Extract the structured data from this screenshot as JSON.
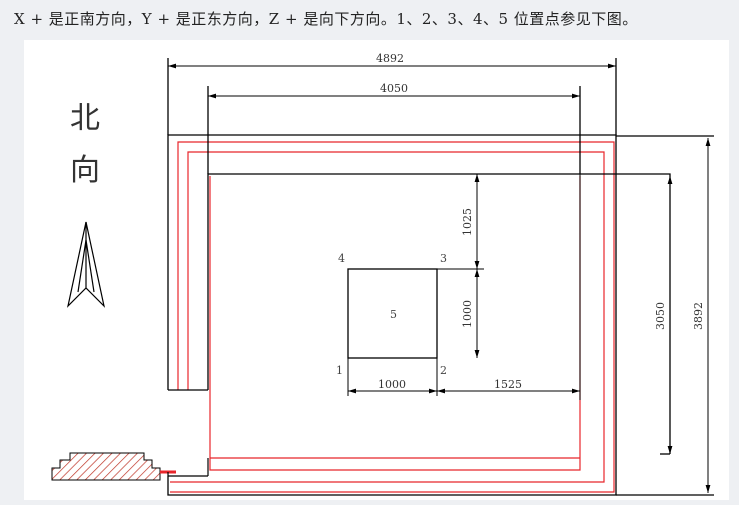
{
  "caption": "X + 是正南方向，Y + 是正东方向，Z + 是向下方向。1、2、3、4、5 位置点参见下图。",
  "north": {
    "char1": "北",
    "char2": "向"
  },
  "dimensions": {
    "outer_width": "4892",
    "inner_width": "4050",
    "block_top": "1025",
    "block_height": "1000",
    "block_width": "1000",
    "block_right": "1525",
    "inner_height": "3050",
    "outer_height": "3892"
  },
  "points": {
    "p1": "1",
    "p2": "2",
    "p3": "3",
    "p4": "4",
    "p5": "5"
  },
  "colors": {
    "line": "#000000",
    "red": "#e8262b",
    "hatch": "#c0392b"
  }
}
